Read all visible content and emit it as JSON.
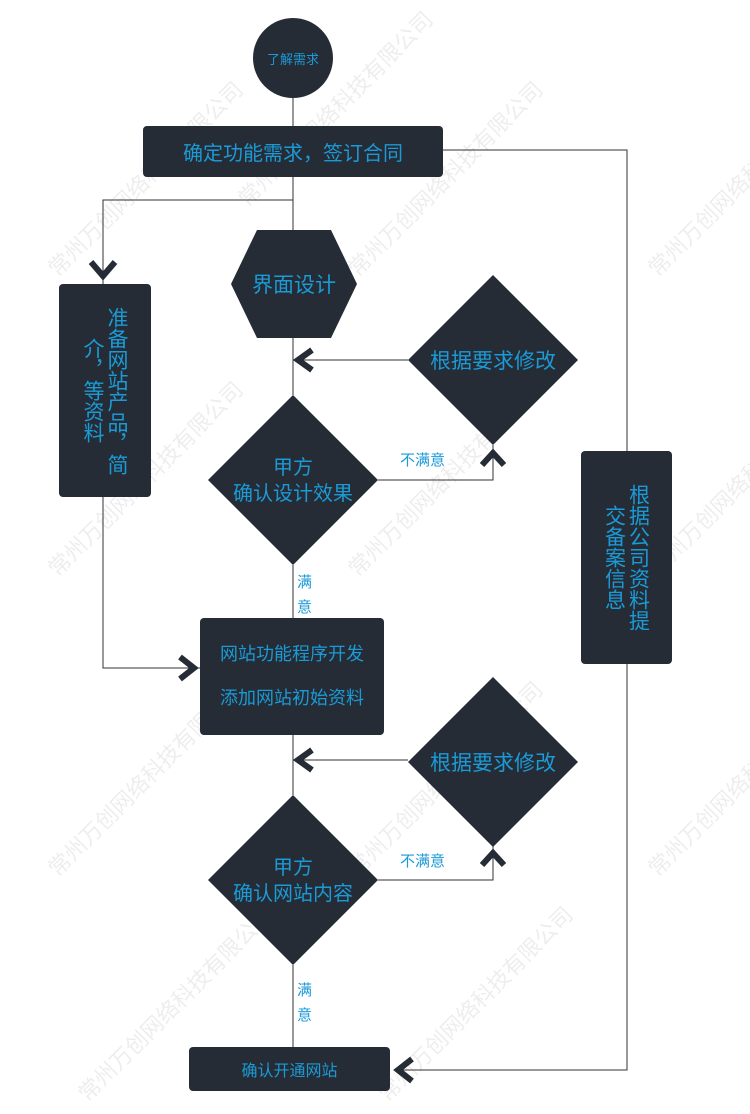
{
  "watermark": "常州万创网络科技有限公司",
  "colors": {
    "node": "#262c35",
    "text": "#1a9ad6",
    "line": "#333333"
  },
  "nodes": {
    "start": "了解需求",
    "contract": "确定功能需求，签订合同",
    "ui_design": "界面设计",
    "prepare": "准备网站产品，简介，等资料",
    "revise1": "根据要求修改",
    "confirm_design_1": "甲方",
    "confirm_design_2": "确认设计效果",
    "develop_1": "网站功能程序开发",
    "develop_2": "添加网站初始资料",
    "revise2": "根据要求修改",
    "confirm_site_1": "甲方",
    "confirm_site_2": "确认网站内容",
    "filing": "根据公司资料提交备案信息",
    "launch": "确认开通网站"
  },
  "labels": {
    "unsatisfied": "不满意",
    "satisfied_1": "满",
    "satisfied_2": "意"
  }
}
